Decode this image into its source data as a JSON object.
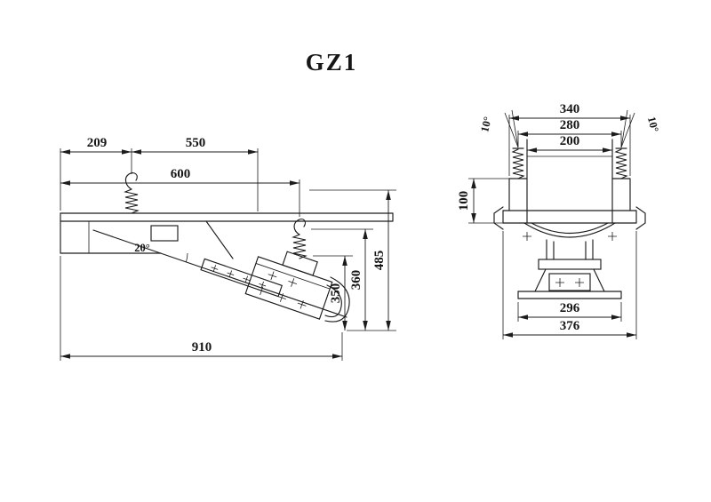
{
  "title": "GZ1",
  "side_view": {
    "dims": {
      "w209": "209",
      "w550": "550",
      "w600": "600",
      "w910": "910",
      "h485": "485",
      "h360": "360",
      "h350": "350",
      "angle": "20°"
    }
  },
  "front_view": {
    "dims": {
      "w340": "340",
      "w280": "280",
      "w200": "200",
      "h100": "100",
      "w296": "296",
      "w376": "376",
      "angle_left": "10°",
      "angle_right": "10°"
    }
  }
}
